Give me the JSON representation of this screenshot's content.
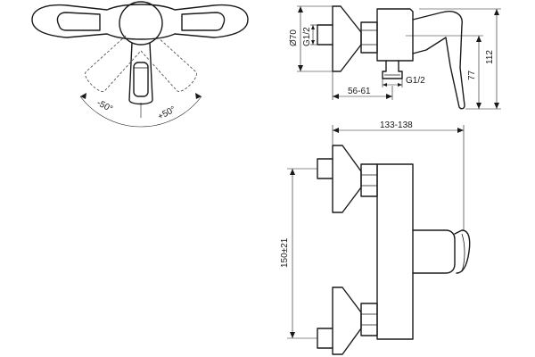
{
  "dimensions": {
    "rotation_left": "-50°",
    "rotation_right": "+50°",
    "rosette_diameter": "Ø70",
    "inlet_thread": "G1/2",
    "outlet_thread": "G1/2",
    "depth_range": "56-61",
    "height_total": "112",
    "height_lever": "77",
    "width_range": "133-138",
    "center_distance": "150±21"
  }
}
